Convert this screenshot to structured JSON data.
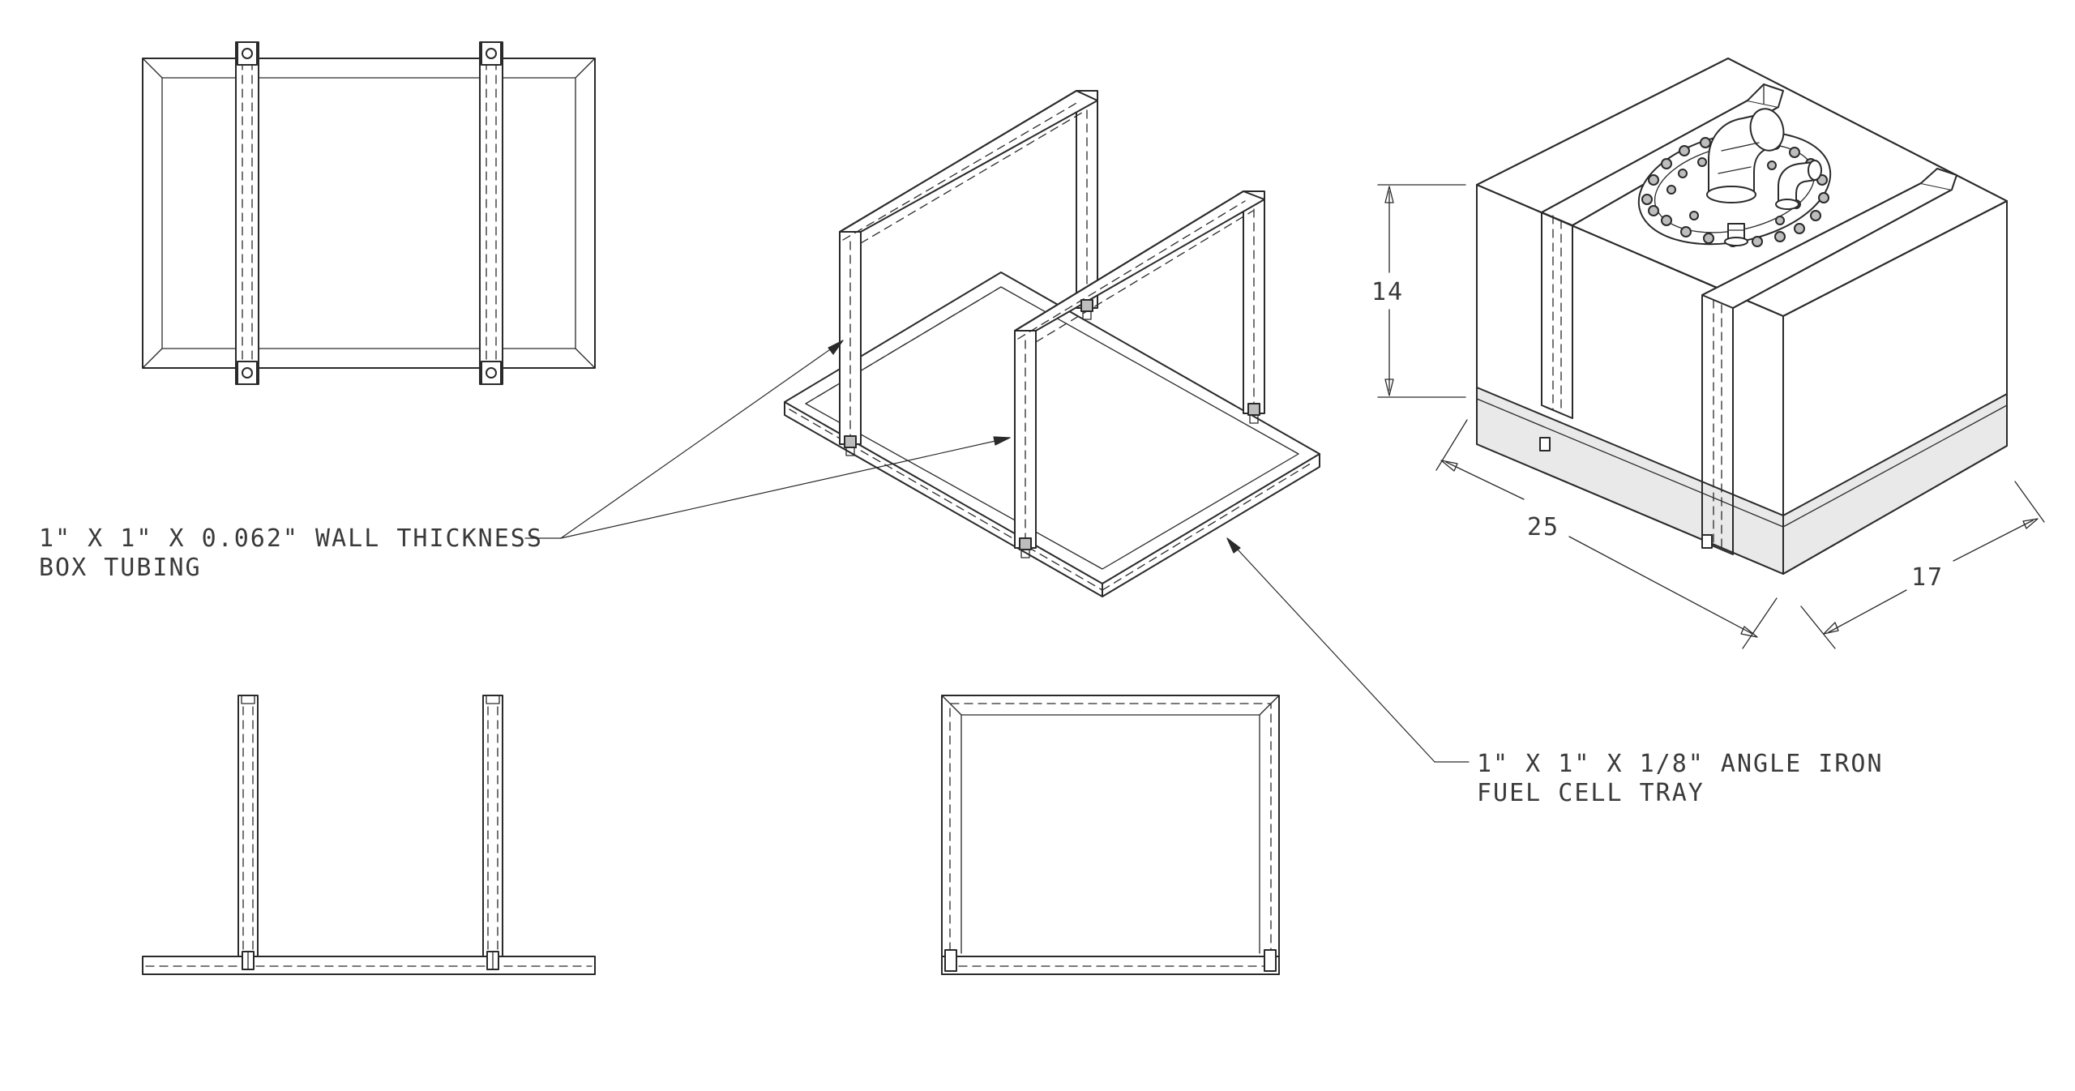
{
  "notes": {
    "box_tubing_line1": "1\" X 1\" X 0.062\" WALL THICKNESS",
    "box_tubing_line2": "BOX TUBING",
    "angle_iron_line1": "1\" X 1\" X 1/8\" ANGLE IRON",
    "angle_iron_line2": "FUEL CELL TRAY"
  },
  "dimensions": {
    "height": "14",
    "length": "25",
    "width": "17"
  }
}
